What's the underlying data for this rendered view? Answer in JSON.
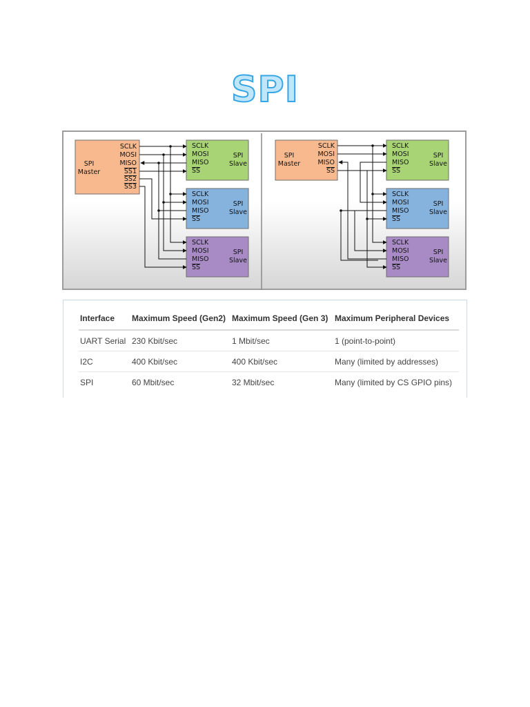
{
  "title": "SPI",
  "diagram": {
    "master": {
      "label_line1": "SPI",
      "label_line2": "Master"
    },
    "slave": {
      "label_line1": "SPI",
      "label_line2": "Slave"
    },
    "master_pins_independent": [
      "SCLK",
      "MOSI",
      "MISO",
      "SS1",
      "SS2",
      "SS3"
    ],
    "master_pins_daisy": [
      "SCLK",
      "MOSI",
      "MISO",
      "SS"
    ],
    "slave_pins": [
      "SCLK",
      "MOSI",
      "MISO",
      "SS"
    ],
    "slave_colors": [
      "#a8d476",
      "#86b2de",
      "#a88bc4"
    ],
    "master_color": "#f9b98e"
  },
  "table": {
    "headers": [
      "Interface",
      "Maximum Speed (Gen2)",
      "Maximum Speed (Gen 3)",
      "Maximum Peripheral Devices"
    ],
    "rows": [
      [
        "UART Serial",
        "230 Kbit/sec",
        "1 Mbit/sec",
        "1 (point-to-point)"
      ],
      [
        "I2C",
        "400 Kbit/sec",
        "400 Kbit/sec",
        "Many (limited by addresses)"
      ],
      [
        "SPI",
        "60 Mbit/sec",
        "32 Mbit/sec",
        "Many (limited by CS GPIO pins)"
      ]
    ]
  }
}
